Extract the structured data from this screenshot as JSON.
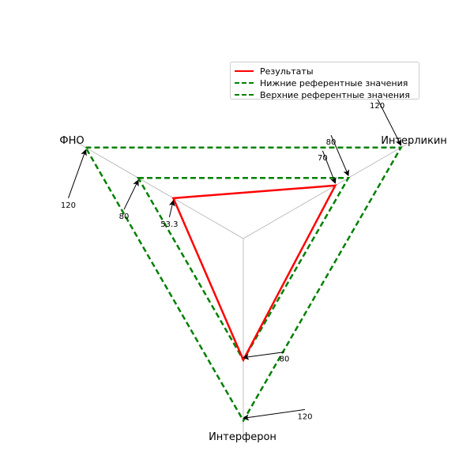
{
  "chart_data": {
    "type": "radar",
    "axes": [
      "ФНО",
      "Интерликин",
      "Интерферон"
    ],
    "rmax": 150,
    "series": [
      {
        "name": "Результаты",
        "values": [
          53.3,
          70,
          80
        ],
        "color": "#ff0000",
        "style": "solid"
      },
      {
        "name": "Нижние референтные значения",
        "values": [
          80,
          80,
          80
        ],
        "color": "#008000",
        "style": "dashed"
      },
      {
        "name": "Верхние референтные значения",
        "values": [
          120,
          120,
          120
        ],
        "color": "#008000",
        "style": "dashed"
      }
    ],
    "annotations": [
      {
        "axis": 0,
        "value": 120,
        "text": "120"
      },
      {
        "axis": 0,
        "value": 80,
        "text": "80"
      },
      {
        "axis": 0,
        "value": 53.3,
        "text": "53.3"
      },
      {
        "axis": 1,
        "value": 120,
        "text": "120"
      },
      {
        "axis": 1,
        "value": 80,
        "text": "80"
      },
      {
        "axis": 1,
        "value": 70,
        "text": "70"
      },
      {
        "axis": 2,
        "value": 120,
        "text": "120"
      },
      {
        "axis": 2,
        "value": 80,
        "text": "80"
      }
    ],
    "legend_position": "top-right",
    "grid": false
  }
}
